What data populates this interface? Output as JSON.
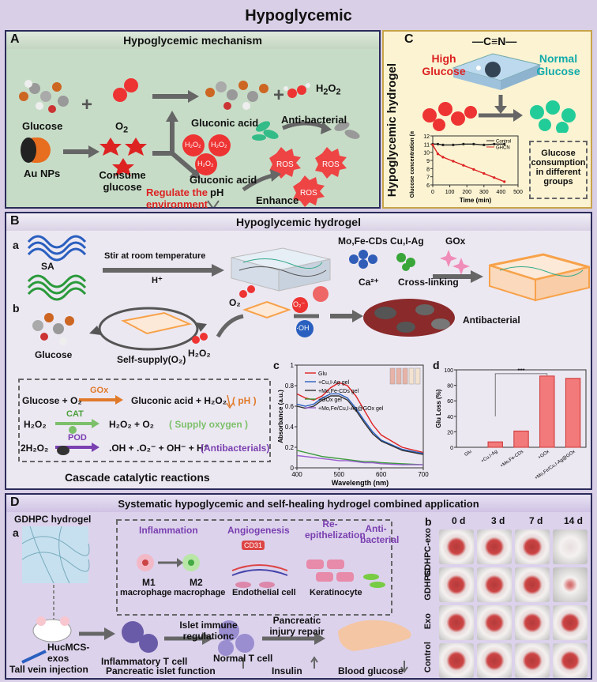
{
  "page_title": "Hypoglycemic",
  "panelA": {
    "letter": "A",
    "title": "Hypoglycemic mechanism",
    "glucose": "Glucose",
    "o2": "O",
    "o2_sub": "2",
    "gluconic_acid": "Gluconic acid",
    "h2o2": "H",
    "h2o2_sub1": "2",
    "h2o2_o": "O",
    "h2o2_sub2": "2",
    "au_nps": "Au NPs",
    "consume_glucose": "Consume glucose",
    "h2o2_bubble": "H₂O₂",
    "anti_bacterial": "Anti-bacterial",
    "ros": "ROS",
    "gluconic_acid_ph": "Gluconic acid",
    "ph": "pH",
    "regulate": "Regulate the environment",
    "enhance": "Enhance"
  },
  "panelC": {
    "letter": "C",
    "side_title": "Hypoglycemic hydrogel",
    "formula": "—C≡N—",
    "high": "High Glucose",
    "normal": "Normal Glucose",
    "consumption": "Glucose consumption in different groups",
    "legend": [
      "Control",
      "GHCN"
    ],
    "xlabel": "Time (min)",
    "ylabel": "Glucose concentration (mM)"
  },
  "panelB": {
    "letter": "B",
    "title": "Hypoglycemic hydrogel",
    "sub_a": "a",
    "sub_b": "b",
    "sa": "SA",
    "stir": "Stir at room temperature",
    "h_plus": "H⁺",
    "mo_fe": "Mo,Fe-CDs",
    "cu_i": "Cu,I-Ag",
    "gox": "GOx",
    "ca": "Ca²⁺",
    "crosslink": "Cross-linking",
    "glucose": "Glucose",
    "self_supply": "Self-supply(O₂)",
    "o2": "O₂",
    "h2o2": "H₂O₂",
    "o2_rad": "·O₂⁻",
    "oh": "·OH",
    "antibacterial": "Antibacterial",
    "r1_left": "Glucose + O₂",
    "r1_enzyme": "GOx",
    "r1_right": "Gluconic acid + H₂O₂",
    "r1_note": "( pH )",
    "r2_left": "H₂O₂",
    "r2_enzyme": "CAT",
    "r2_right": "H₂O₂ + O₂",
    "r2_note": "( Supply oxygen )",
    "r3_left": "2H₂O₂",
    "r3_enzyme": "POD",
    "r3_right": ".OH + .O₂⁻ + OH⁻ + H⁺",
    "r3_note": "(Antibacterials)",
    "cascade": "Cascade catalytic reactions",
    "sub_c": "c",
    "sub_d": "d"
  },
  "panelD": {
    "letter": "D",
    "title": "Systematic hypoglycemic and self-healing hydrogel combined application",
    "sub_a": "a",
    "sub_b": "b",
    "gdhpc": "GDHPC hydrogel",
    "inflammation": "Inflammation",
    "m1": "M1",
    "m2": "M2",
    "macrophage1": "macrophage",
    "macrophage2": "macrophage",
    "angiogenesis": "Angiogenesis",
    "cd31": "CD31",
    "endothelial": "Endothelial cell",
    "reepi": "Re-epithelization",
    "keratinocyte": "Keratinocyte",
    "antibact": "Anti-bacterial",
    "hucmcs": "HucMCS-exos",
    "tail": "Tall vein injection",
    "inflammatory_t": "Inflammatory T cell",
    "islet_immune": "Islet immune regulationc",
    "normal_t": "Normal T cell",
    "pancreatic_repair": "Pancreatic injury repair",
    "islet_function": "Pancreatic islet function",
    "insulin": "Insulin",
    "blood_glucose": "Blood glucose",
    "days": [
      "0 d",
      "3 d",
      "7 d",
      "14 d"
    ],
    "groups": [
      "GDHPC-exo",
      "GDHPC",
      "Exo",
      "Control"
    ]
  },
  "chart_data": [
    {
      "type": "line",
      "x": [
        0,
        30,
        60,
        120,
        180,
        240,
        300,
        360,
        420
      ],
      "series": [
        {
          "name": "Control",
          "values": [
            11.0,
            11.0,
            10.9,
            10.9,
            11.0,
            11.0,
            10.9,
            11.0,
            11.0
          ]
        },
        {
          "name": "GHCN",
          "values": [
            10.9,
            9.8,
            9.4,
            8.9,
            8.4,
            7.9,
            7.4,
            6.9,
            6.4
          ]
        }
      ],
      "xlabel": "Time (min)",
      "ylabel": "Glucose concentration (mM)",
      "xlim": [
        0,
        500
      ],
      "ylim": [
        6,
        12
      ],
      "xticks": [
        0,
        100,
        200,
        300,
        400,
        500
      ],
      "yticks": [
        6,
        7,
        8,
        9,
        10,
        11,
        12
      ]
    },
    {
      "type": "line",
      "x": [
        400,
        420,
        440,
        460,
        480,
        500,
        520,
        540,
        560,
        580,
        600,
        650,
        700
      ],
      "series": [
        {
          "name": "Glu",
          "values": [
            0.72,
            0.68,
            0.66,
            0.7,
            0.78,
            0.83,
            0.8,
            0.7,
            0.56,
            0.42,
            0.32,
            0.2,
            0.15
          ]
        },
        {
          "name": "+Cu,I-Ag gel",
          "values": [
            0.62,
            0.6,
            0.62,
            0.68,
            0.72,
            0.72,
            0.68,
            0.58,
            0.46,
            0.35,
            0.27,
            0.18,
            0.14
          ]
        },
        {
          "name": "+Mo,Fe-CDs gel",
          "values": [
            0.6,
            0.58,
            0.6,
            0.66,
            0.7,
            0.7,
            0.66,
            0.56,
            0.44,
            0.33,
            0.26,
            0.17,
            0.13
          ]
        },
        {
          "name": "+GOx gel",
          "values": [
            0.17,
            0.15,
            0.13,
            0.11,
            0.1,
            0.09,
            0.08,
            0.07,
            0.06,
            0.06,
            0.05,
            0.04,
            0.03
          ]
        },
        {
          "name": "+Mo,Fe/Cu,I-Ag@GOx gel",
          "values": [
            0.12,
            0.11,
            0.1,
            0.09,
            0.08,
            0.07,
            0.07,
            0.06,
            0.05,
            0.05,
            0.04,
            0.03,
            0.03
          ]
        }
      ],
      "xlabel": "Wavelength (nm)",
      "ylabel": "Absorbance (a.u.)",
      "xlim": [
        400,
        700
      ],
      "ylim": [
        0,
        1.0
      ],
      "xticks": [
        400,
        500,
        600,
        700
      ],
      "yticks": [
        0.0,
        0.2,
        0.4,
        0.6,
        0.8,
        1.0
      ]
    },
    {
      "type": "bar",
      "categories": [
        "Glu",
        "+Cu,I-Ag",
        "+Mo,Fe-CDs",
        "+GOx",
        "+Mo,Fe/Cu,I-Ag@GOx"
      ],
      "values": [
        0,
        7,
        21,
        92,
        89
      ],
      "ylabel": "Glu Loss (%)",
      "ylim": [
        0,
        100
      ],
      "yticks": [
        0,
        20,
        40,
        60,
        80,
        100
      ],
      "annotation": "***"
    }
  ]
}
